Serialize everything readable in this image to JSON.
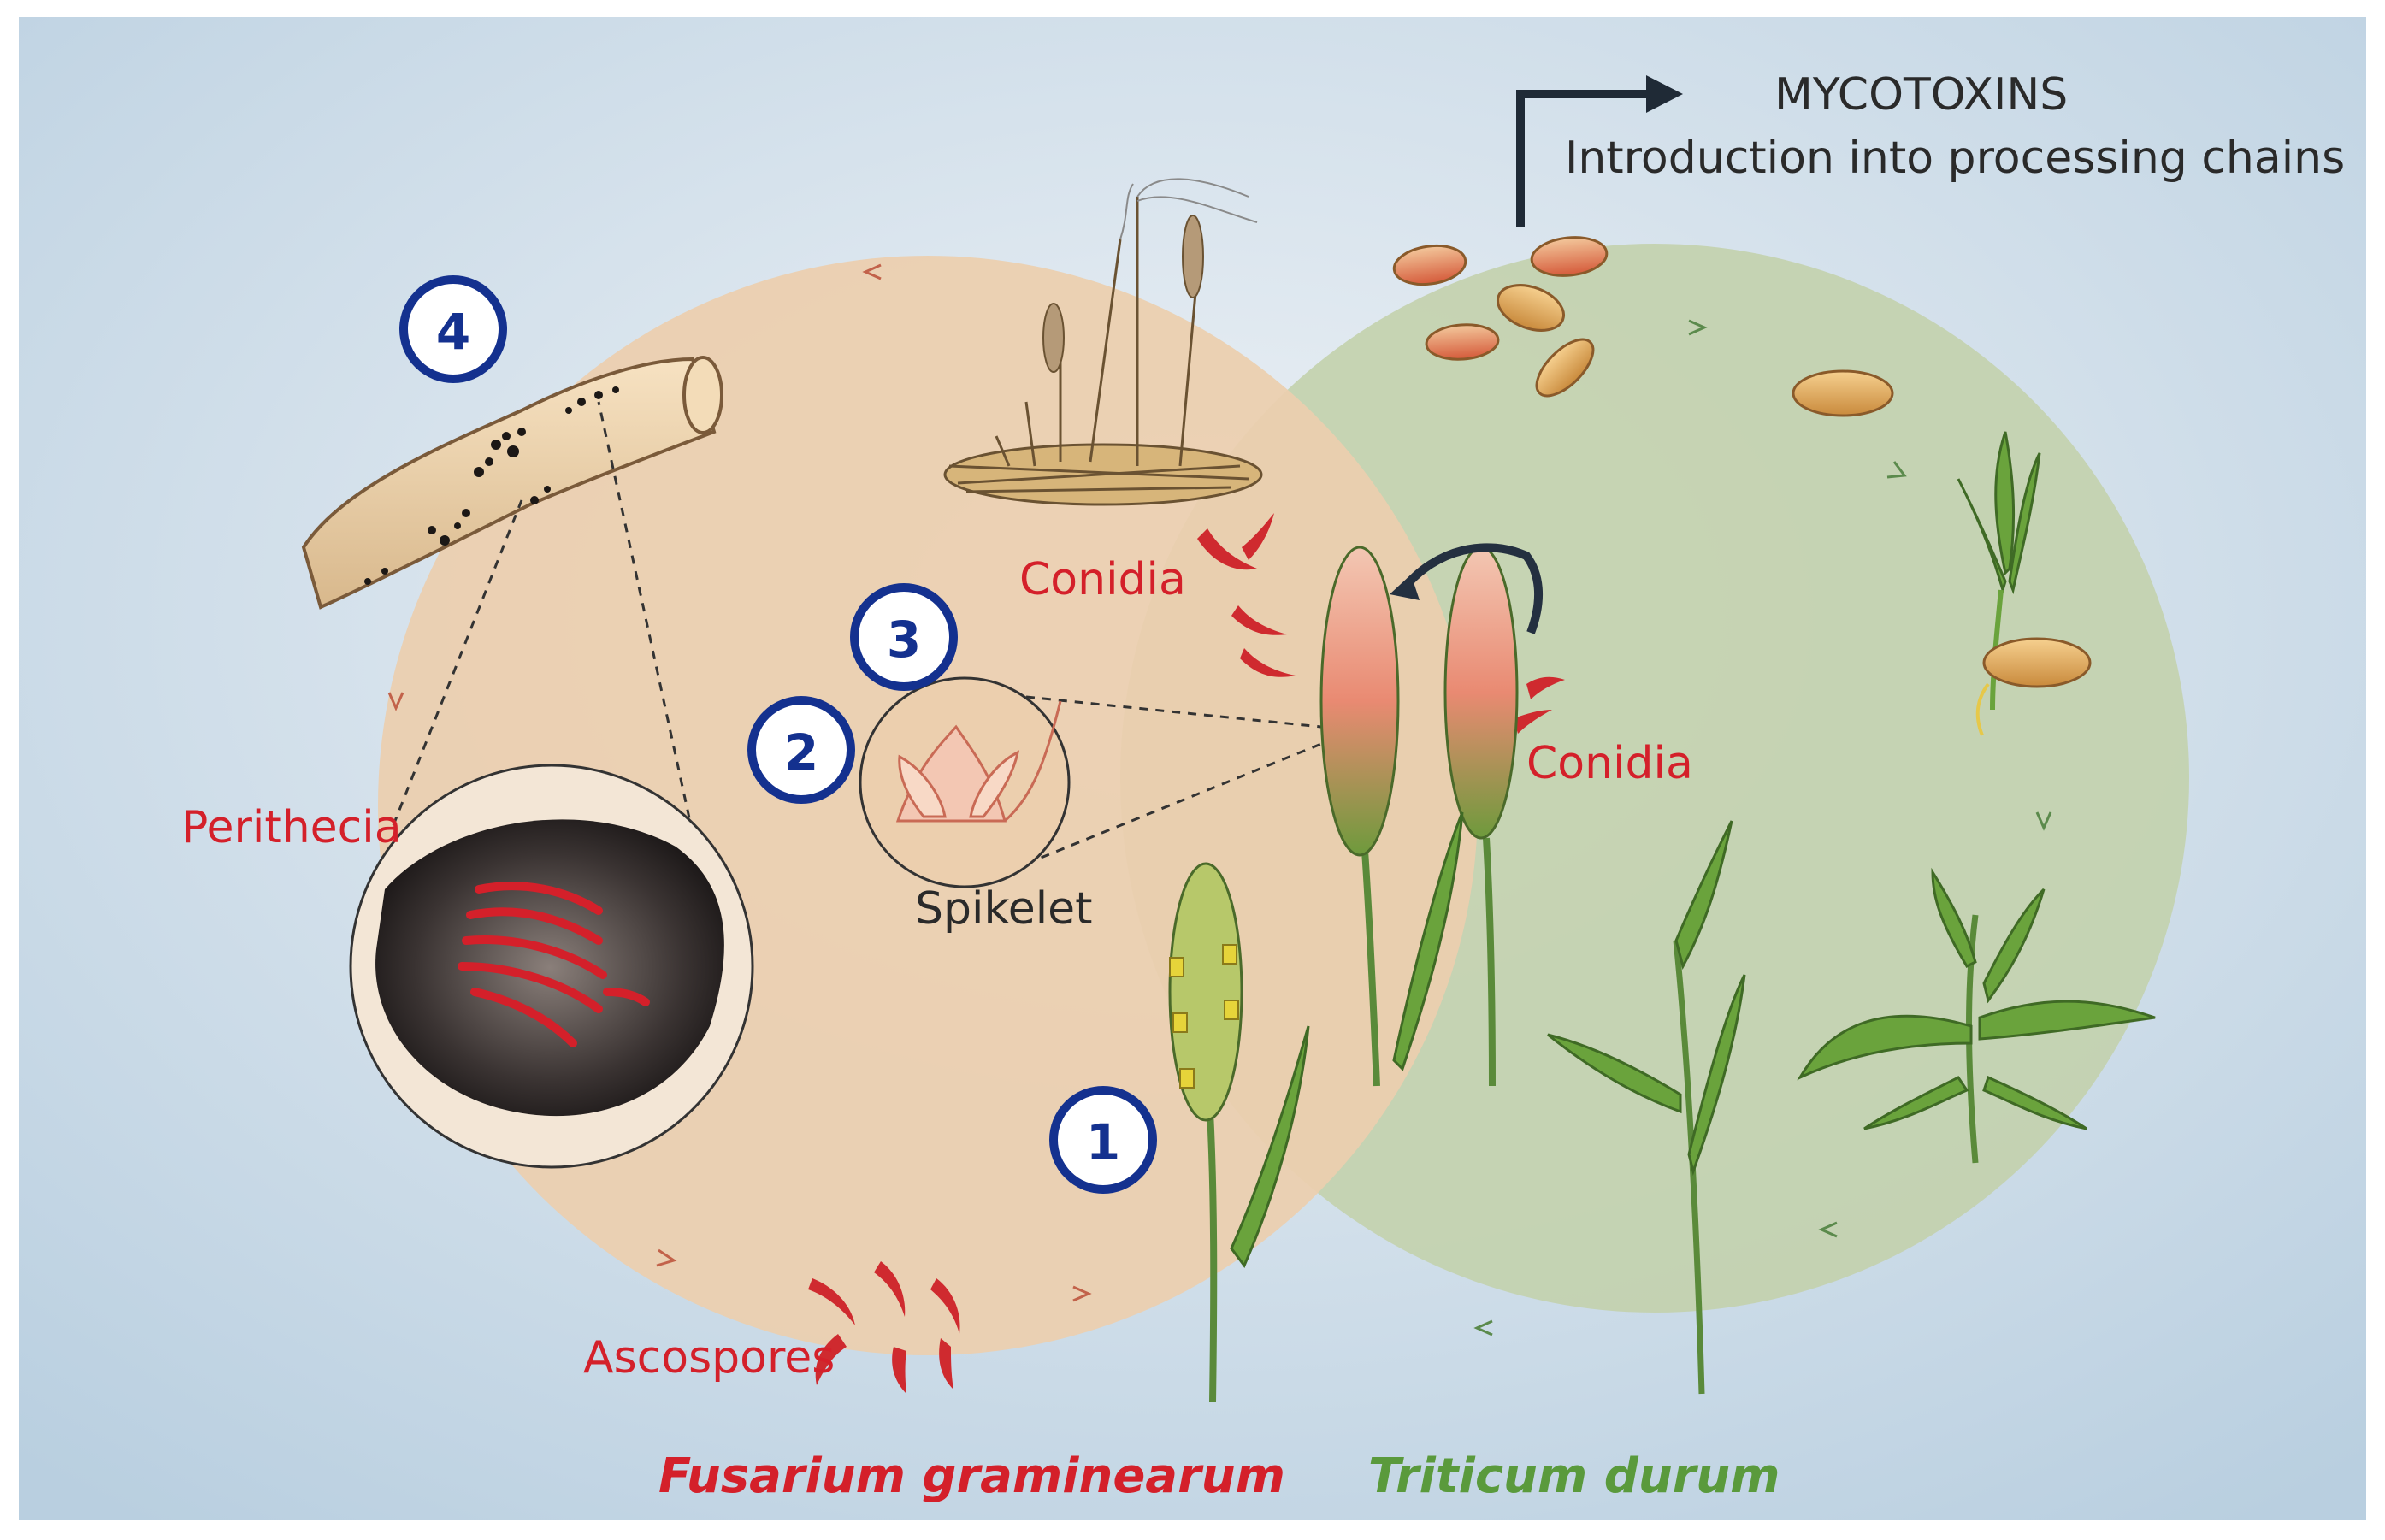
{
  "labels": {
    "mycotoxins": "MYCOTOXINS",
    "introduction": "Introduction into processing chains",
    "conidia_top": "Conidia",
    "conidia_right": "Conidia",
    "perithecia": "Perithecia",
    "spikelet": "Spikelet",
    "ascospores": "Ascospores",
    "fusarium": "Fusarium graminearum",
    "triticum": "Triticum durum"
  },
  "stages": [
    "1",
    "2",
    "3",
    "4"
  ],
  "colors": {
    "fusarium_cycle": "#eccfae",
    "triticum_cycle": "#c3d1ae",
    "label_red": "#d4202a",
    "label_green": "#5a9a3c",
    "stage_blue": "#14318f",
    "background": "#d8e3ec"
  }
}
